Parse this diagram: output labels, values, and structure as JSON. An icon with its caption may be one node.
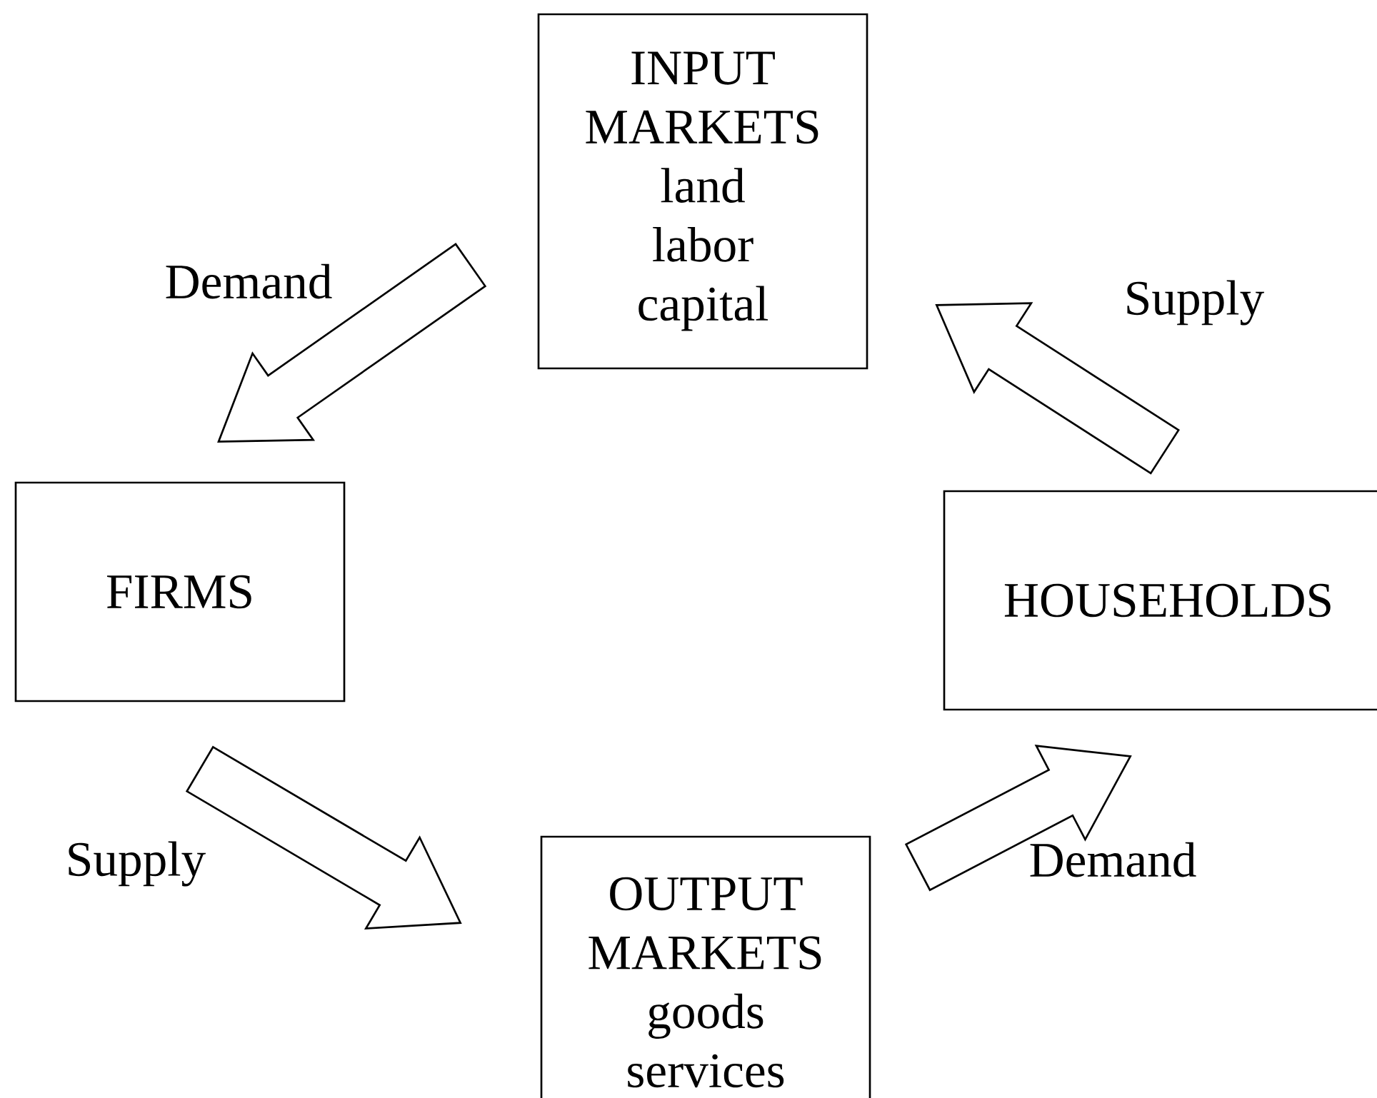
{
  "diagram": {
    "nodes": [
      {
        "text": [
          "INPUT MARKETS",
          "land",
          "labor",
          "capital"
        ]
      },
      {
        "text": [
          "FIRMS"
        ]
      },
      {
        "text": [
          "HOUSEHOLDS"
        ]
      },
      {
        "text": [
          "OUTPUT MARKETS",
          "goods",
          "services"
        ]
      }
    ],
    "edges": [
      {
        "from": 0,
        "to": 1,
        "arrow": "to",
        "label": "Demand"
      },
      {
        "from": 1,
        "to": 3,
        "arrow": "to",
        "label": "Supply"
      },
      {
        "from": 3,
        "to": 2,
        "arrow": "to",
        "label": "Demand"
      },
      {
        "from": 2,
        "to": 0,
        "arrow": "to",
        "label": "Supply"
      }
    ]
  }
}
